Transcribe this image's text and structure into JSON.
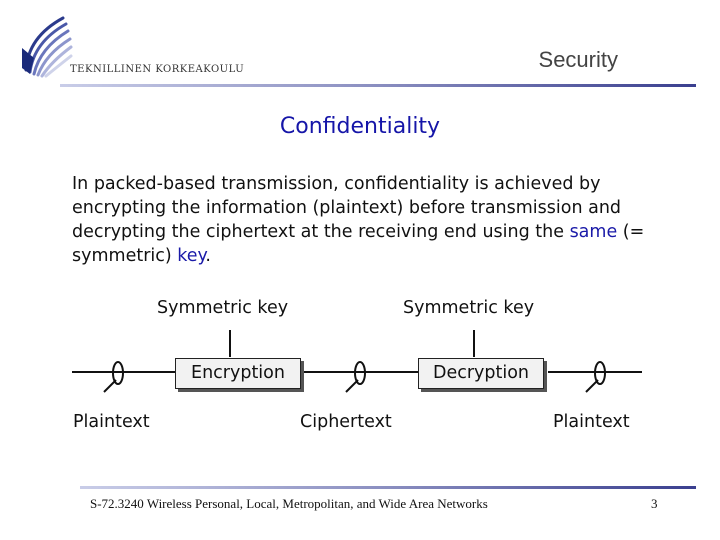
{
  "header": {
    "logo_text": "TEKNILLINEN KORKEAKOULU",
    "title": "Security"
  },
  "slide": {
    "title": "Confidentiality",
    "body_part1": "In packed-based transmission, confidentiality is achieved by encrypting the information (plaintext) before transmission and decrypting the ciphertext at the receiving end using the ",
    "body_same": "same",
    "body_part2": " (= symmetric) ",
    "body_key": "key",
    "body_end": "."
  },
  "diagram": {
    "key_left": "Symmetric key",
    "key_right": "Symmetric key",
    "encryption": "Encryption",
    "decryption": "Decryption",
    "plaintext_left": "Plaintext",
    "ciphertext": "Ciphertext",
    "plaintext_right": "Plaintext"
  },
  "footer": {
    "course": "S-72.3240 Wireless Personal, Local, Metropolitan, and Wide Area Networks",
    "page": "3"
  },
  "colors": {
    "title_blue": "#1515a8",
    "highlight_blue": "#1a1aa8"
  }
}
